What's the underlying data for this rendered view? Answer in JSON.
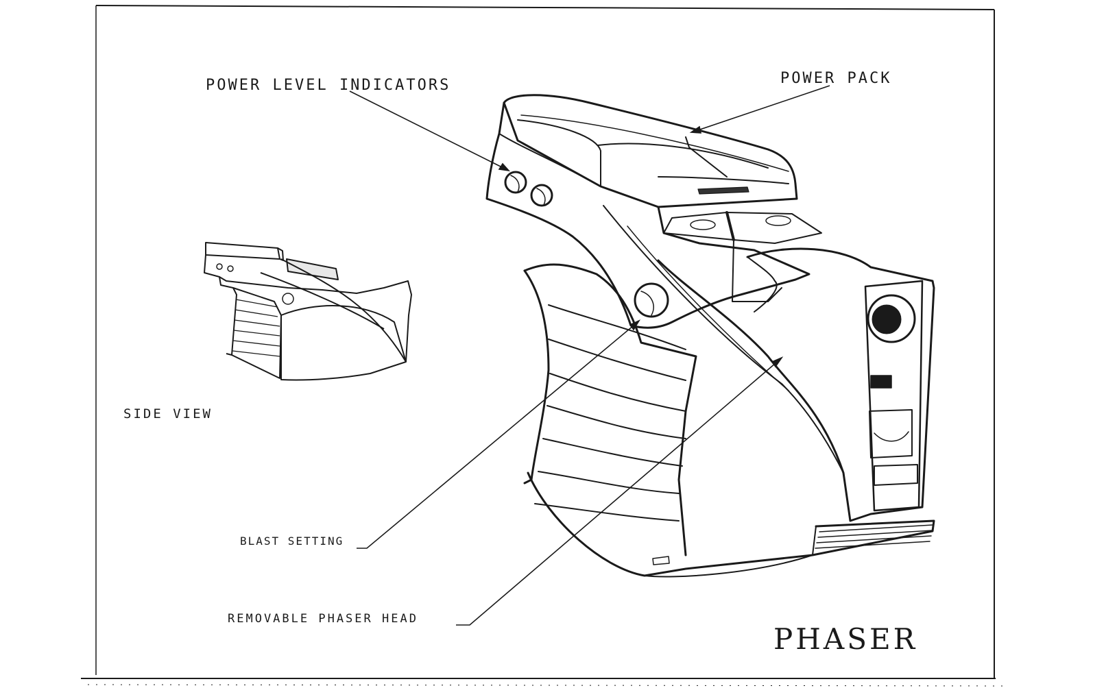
{
  "labels": {
    "power_level_indicators": "POWER LEVEL INDICATORS",
    "power_pack": "POWER PACK",
    "side_view": "SIDE VIEW",
    "blast_setting": "BLAST SETTING",
    "removable_head": "REMOVABLE PHASER HEAD",
    "title": "PHASER"
  },
  "colors": {
    "ink": "#1a1a1a",
    "paper": "#ffffff",
    "shade": "#6b6b6b"
  }
}
